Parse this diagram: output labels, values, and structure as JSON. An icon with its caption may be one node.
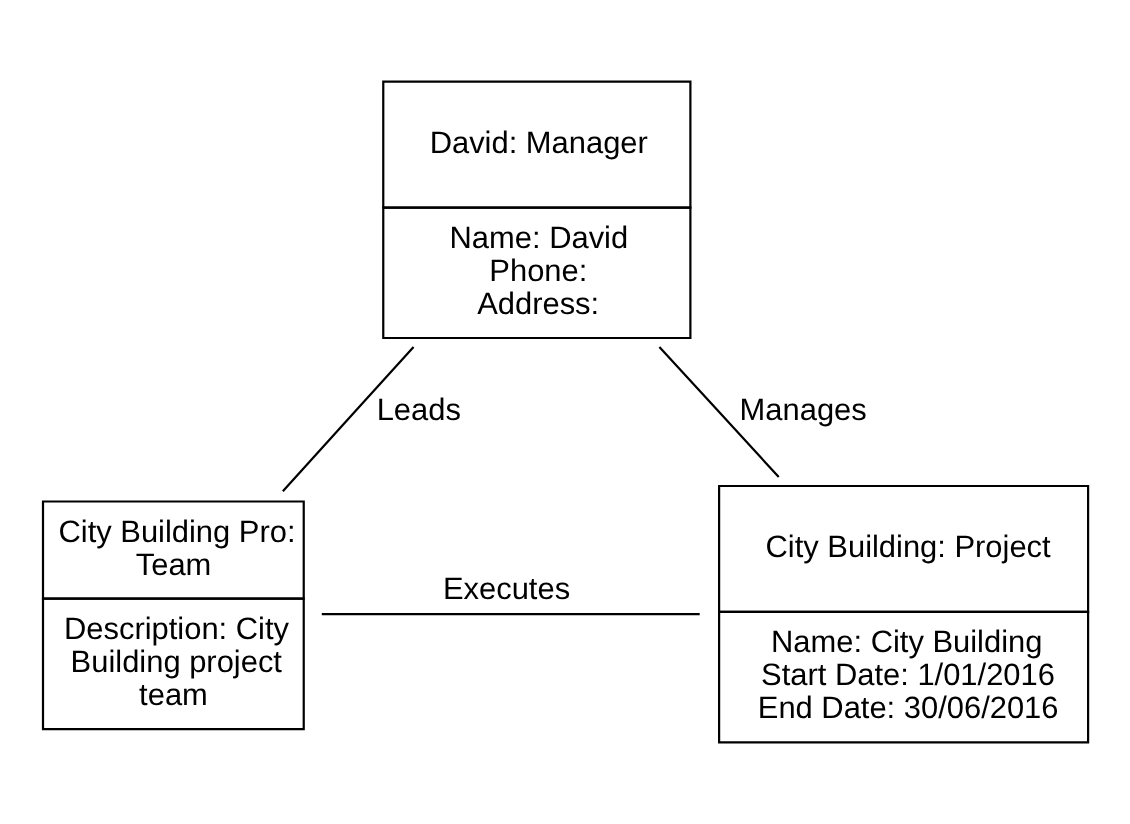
{
  "diagram": {
    "nodes": [
      {
        "text": [
          "David: Manager",
          "Name: David Phone: Address:"
        ]
      },
      {
        "text": [
          "City Building Pro: Team",
          "Description: City Building project team"
        ]
      },
      {
        "text": [
          "City Building: Project",
          "Name: City Building Start Date: 1/01/2016 End Date: 30/06/2016"
        ]
      }
    ],
    "edges": [
      {
        "from": 0,
        "to": 2,
        "arrow": "none",
        "label": "Manages"
      },
      {
        "from": 0,
        "to": 1,
        "arrow": "none",
        "label": "Leads"
      },
      {
        "from": 1,
        "to": 2,
        "arrow": "none",
        "label": "Executes"
      }
    ]
  }
}
